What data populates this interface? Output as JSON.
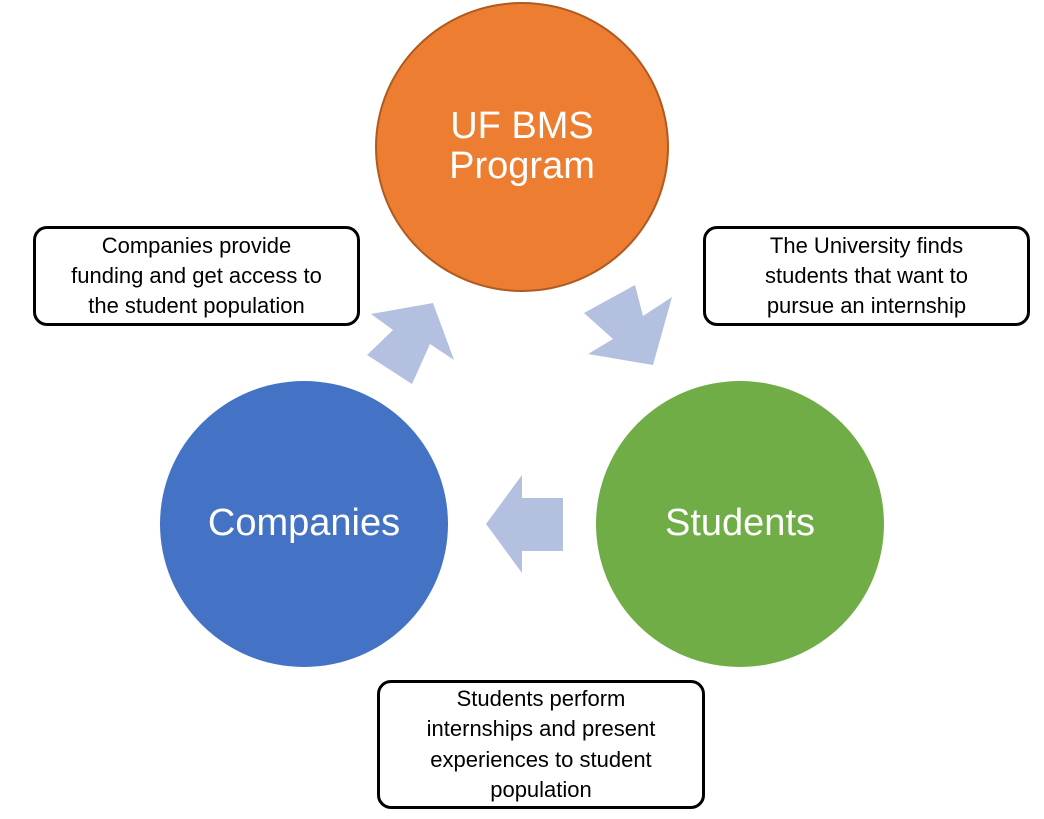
{
  "nodes": {
    "program": {
      "label_line1": "UF BMS",
      "label_line2": "Program"
    },
    "companies": {
      "label": "Companies"
    },
    "students": {
      "label": "Students"
    }
  },
  "edges": {
    "program_to_students": {
      "line1": "The University finds",
      "line2": "students that want to",
      "line3": "pursue an internship"
    },
    "students_to_companies": {
      "line1": "Students perform",
      "line2": "internships and present",
      "line3": "experiences to student",
      "line4": "population"
    },
    "companies_to_program": {
      "line1": "Companies provide",
      "line2": "funding and get access to",
      "line3": "the student population"
    }
  },
  "colors": {
    "program": "#ed7d31",
    "companies": "#4472c4",
    "students": "#70ad47",
    "arrow": "#b4c0e0"
  }
}
